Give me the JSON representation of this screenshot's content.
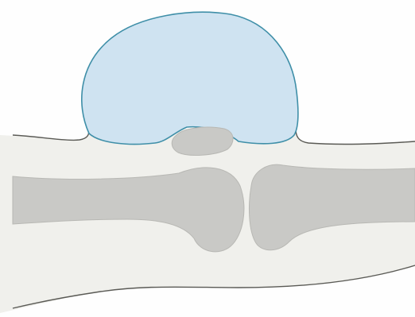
{
  "colors": {
    "background": "#fefefe",
    "soft_tissue_fill": "#f0f0ec",
    "outline": "#5a5a55",
    "bone_fill": "#c9c9c6",
    "bone_edge": "#b8b8b4",
    "cyst_fill": "#cfe3f1",
    "cyst_outline": "#3f8fa8"
  },
  "shapes": [
    "soft-tissue",
    "cyst",
    "small-bone",
    "bone-left",
    "bone-right"
  ]
}
